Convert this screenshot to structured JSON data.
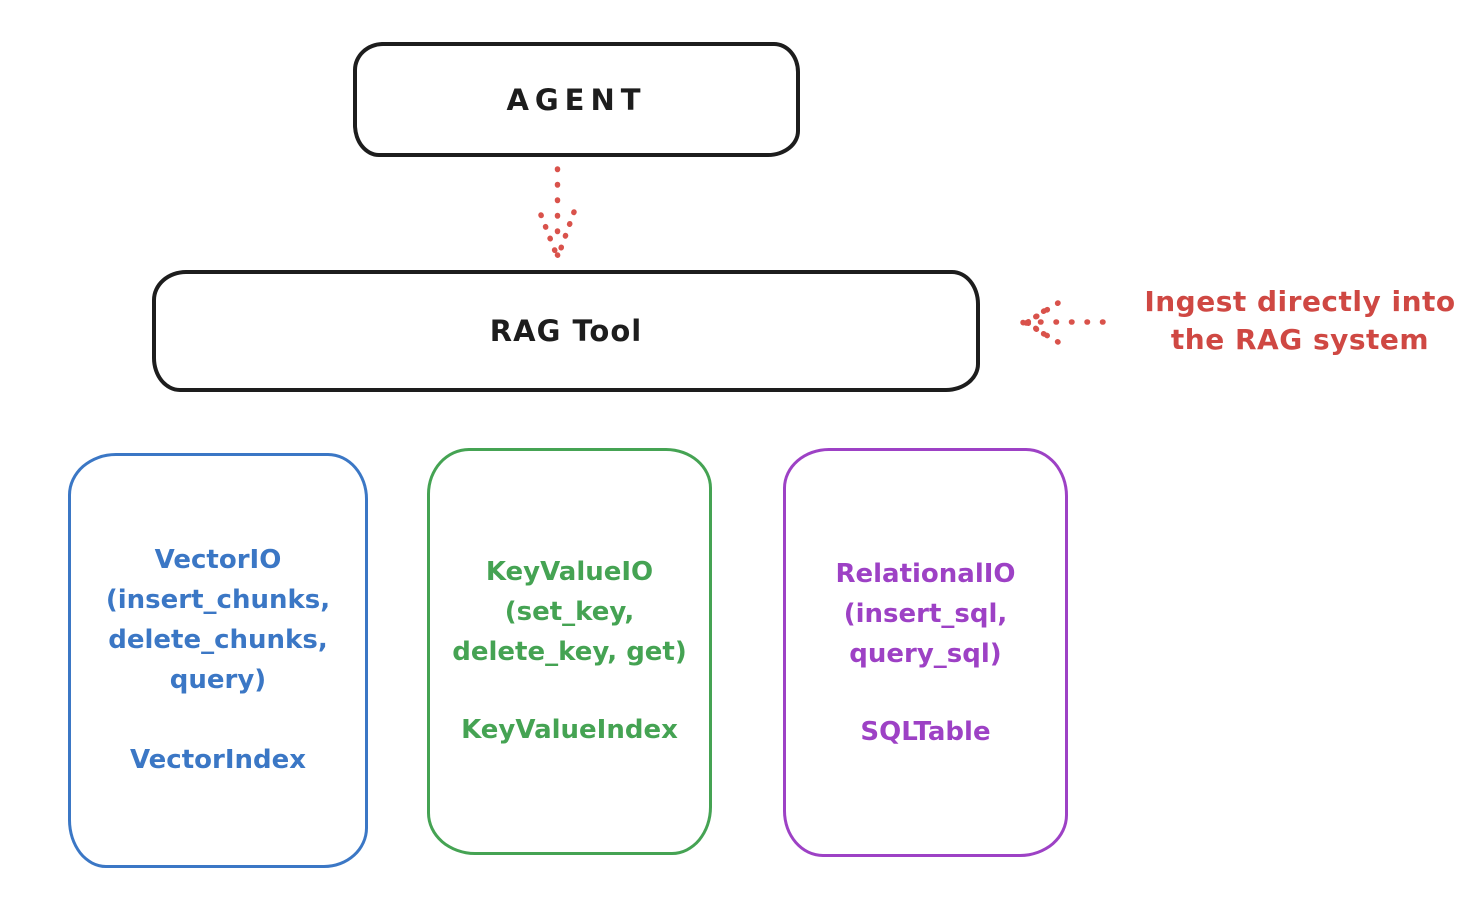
{
  "agent_box": {
    "label": "AGENT",
    "border_color": "#1d1d1d"
  },
  "rag_box": {
    "label": "RAG Tool",
    "border_color": "#1d1d1d"
  },
  "ingest_annotation": {
    "line1": "Ingest directly into",
    "line2": "the RAG system",
    "color": "#cf4843"
  },
  "arrows": {
    "agent_to_rag": {
      "style": "dotted",
      "direction": "down",
      "color": "#d9524b"
    },
    "ingest_into_rag": {
      "style": "dotted",
      "direction": "left",
      "color": "#d9524b"
    }
  },
  "io_boxes": {
    "vector": {
      "title": "VectorIO",
      "params": [
        "(insert_chunks,",
        "delete_chunks,",
        "query)"
      ],
      "index_label": "VectorIndex",
      "color": "#3b77c5"
    },
    "keyvalue": {
      "title": "KeyValueIO",
      "params": [
        "(set_key,",
        "delete_key, get)"
      ],
      "index_label": "KeyValueIndex",
      "color": "#45a353"
    },
    "relational": {
      "title": "RelationalIO",
      "params": [
        "(insert_sql,",
        "query_sql)"
      ],
      "index_label": "SQLTable",
      "color": "#9d41c5"
    }
  }
}
